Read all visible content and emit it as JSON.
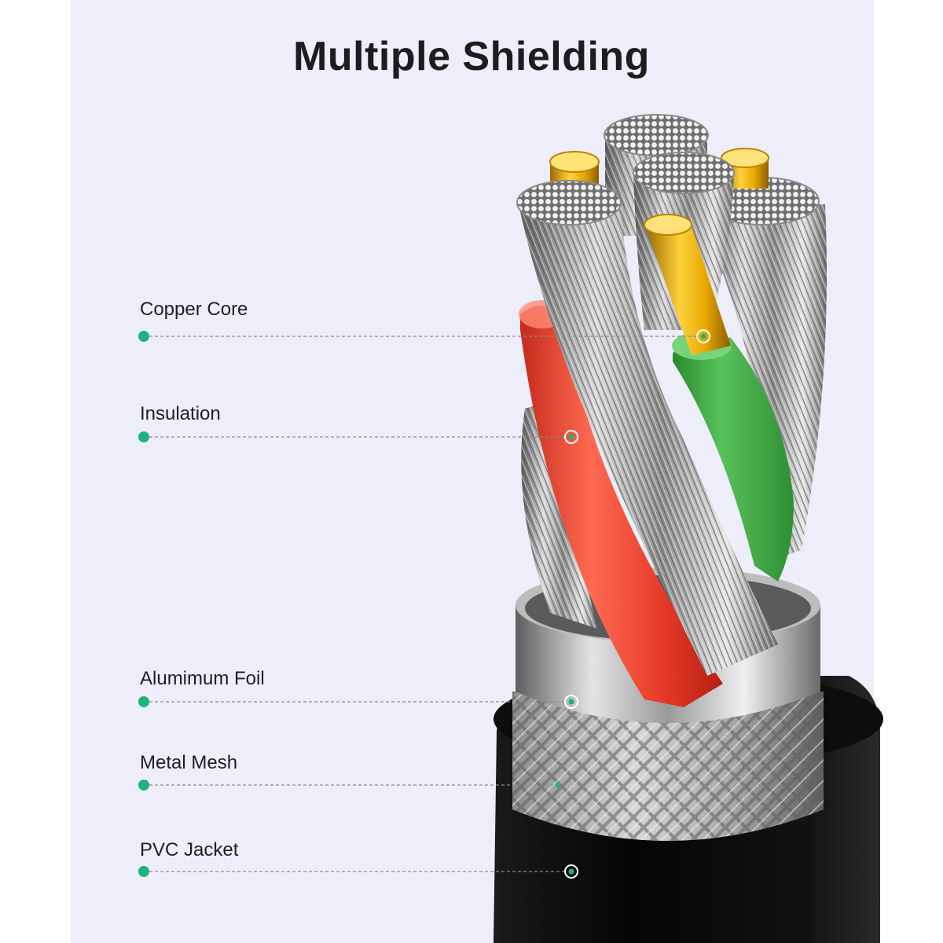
{
  "title": "Multiple Shielding",
  "colors": {
    "background": "#eeeefb",
    "accent": "#1db37a",
    "red_insulation": "#f04a36",
    "green_insulation": "#3aa33f",
    "jacket": "#0b0b0b"
  },
  "callouts": [
    {
      "label": "Copper Core"
    },
    {
      "label": "Insulation"
    },
    {
      "label": "Alumimum Foil"
    },
    {
      "label": "Metal Mesh"
    },
    {
      "label": "PVC Jacket"
    }
  ]
}
